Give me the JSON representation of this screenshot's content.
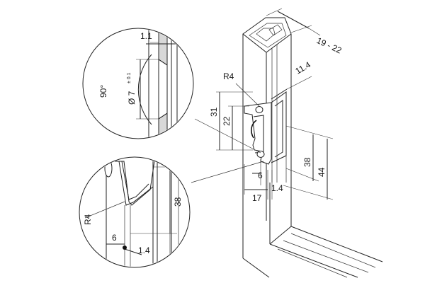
{
  "callout_top": {
    "dim_wall": "1.1",
    "dim_angle": "90°",
    "dim_hole": "Ø 7",
    "dim_hole_tol": "± 0.1"
  },
  "callout_bottom": {
    "dim_radius": "R4",
    "dim_length": "38",
    "dim_width": "6",
    "dim_offset": "1.4"
  },
  "main_view": {
    "dim_profile": "19 - 22",
    "dim_gap": "11.4",
    "dim_radius": "R4",
    "dim_31": "31",
    "dim_22": "22",
    "dim_38": "38",
    "dim_44": "44",
    "dim_6": "6",
    "dim_17": "17",
    "dim_14": "1.4"
  }
}
